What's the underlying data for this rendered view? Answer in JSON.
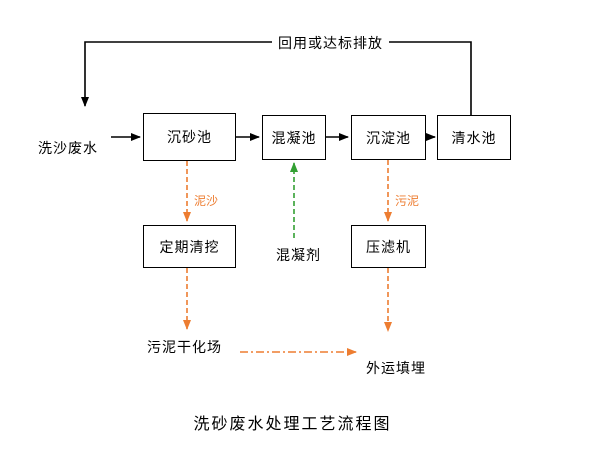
{
  "diagram": {
    "title": "洗砂废水处理工艺流程图",
    "top_return_label": "回用或达标排放",
    "influent_label": "洗沙废水",
    "process_boxes": [
      {
        "id": "grit-chamber",
        "label": "沉砂池"
      },
      {
        "id": "coagulation-tank",
        "label": "混凝池"
      },
      {
        "id": "sedimentation-tank",
        "label": "沉淀池"
      },
      {
        "id": "clear-water-tank",
        "label": "清水池"
      }
    ],
    "sub_boxes": [
      {
        "id": "periodic-dredging",
        "label": "定期清挖"
      },
      {
        "id": "filter-press",
        "label": "压滤机"
      }
    ],
    "flow_labels": {
      "sediment": "泥沙",
      "sludge": "污泥",
      "coagulant": "混凝剂",
      "drying_field": "污泥干化场",
      "landfill": "外运填埋"
    },
    "colors": {
      "main_line": "#000000",
      "sludge_line": "#ED7D31",
      "coagulant_line": "#33A033"
    }
  }
}
